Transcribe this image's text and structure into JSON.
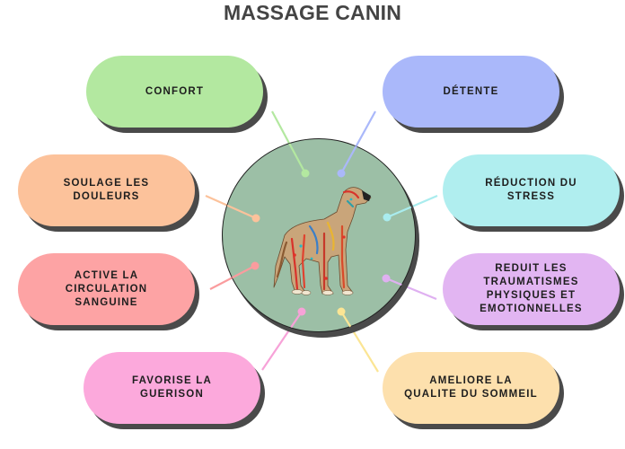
{
  "title": "MASSAGE CANIN",
  "center": {
    "image": "dog-anatomy-illustration",
    "fill_color": "#9cbfa6"
  },
  "benefits": [
    {
      "id": "confort",
      "label": "CONFORT",
      "color": "#b3e8a0",
      "line_color": "#b3e8a0"
    },
    {
      "id": "detente",
      "label": "DÉTENTE",
      "color": "#aab8fa",
      "line_color": "#aab8fa"
    },
    {
      "id": "soulage",
      "label": "SOULAGE LES\nDOULEURS",
      "color": "#fcc29b",
      "line_color": "#fcc29b"
    },
    {
      "id": "reduction",
      "label": "RÉDUCTION DU\nSTRESS",
      "color": "#b0eeef",
      "line_color": "#a9ecee"
    },
    {
      "id": "active",
      "label": "ACTIVE LA\nCIRCULATION\nSANGUINE",
      "color": "#fda3a4",
      "line_color": "#fa9c9e"
    },
    {
      "id": "reduit",
      "label": "REDUIT LES\nTRAUMATISMES\nPHYSIQUES ET\nEMOTIONNELLES",
      "color": "#e2b5f2",
      "line_color": "#dfb0f1"
    },
    {
      "id": "favorise",
      "label": "FAVORISE LA\nGUERISON",
      "color": "#fca9dc",
      "line_color": "#f7a2d8"
    },
    {
      "id": "ameliore",
      "label": "AMELIORE LA\nQUALITE DU SOMMEIL",
      "color": "#fde0ad",
      "line_color": "#fbe594"
    }
  ]
}
